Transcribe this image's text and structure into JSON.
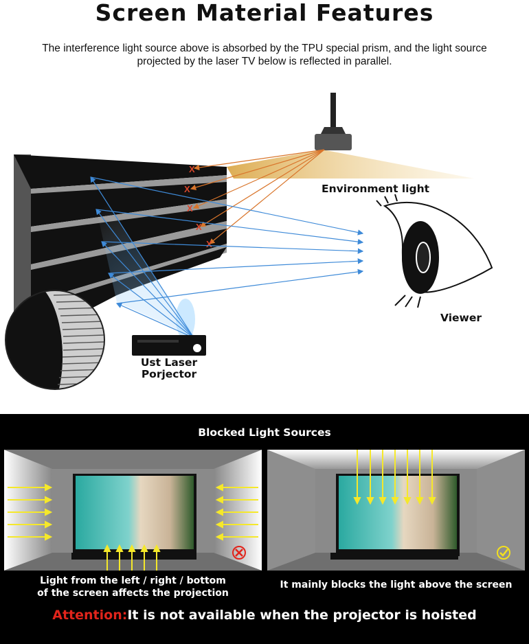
{
  "header": {
    "title": "Screen Material Features",
    "description": "The interference light source above is absorbed by the TPU special prism, and the light source projected by the laser TV below is reflected in parallel."
  },
  "diagram": {
    "environment_light_label": "Environment light",
    "viewer_label": "Viewer",
    "projector_label_line1": "Ust Laser",
    "projector_label_line2": "Porjector",
    "blocked_marker": "X",
    "colors": {
      "ambient_ray": "#d9752b",
      "projector_ray": "#3e8ad8",
      "ambient_glow": "#d9a441"
    }
  },
  "blocked": {
    "title": "Blocked Light Sources",
    "left_caption_line1": "Light from the left / right / bottom",
    "left_caption_line2": "of the screen affects the projection",
    "right_caption": "It mainly blocks the light above the screen",
    "left_status_icon": "x-circle-icon",
    "right_status_icon": "check-circle-icon",
    "colors": {
      "arrow": "#f5e82a",
      "bad": "#e2231a",
      "good": "#f3e01e"
    }
  },
  "attention": {
    "lead": "Attention:",
    "text": "It is not available when the projector is hoisted"
  }
}
